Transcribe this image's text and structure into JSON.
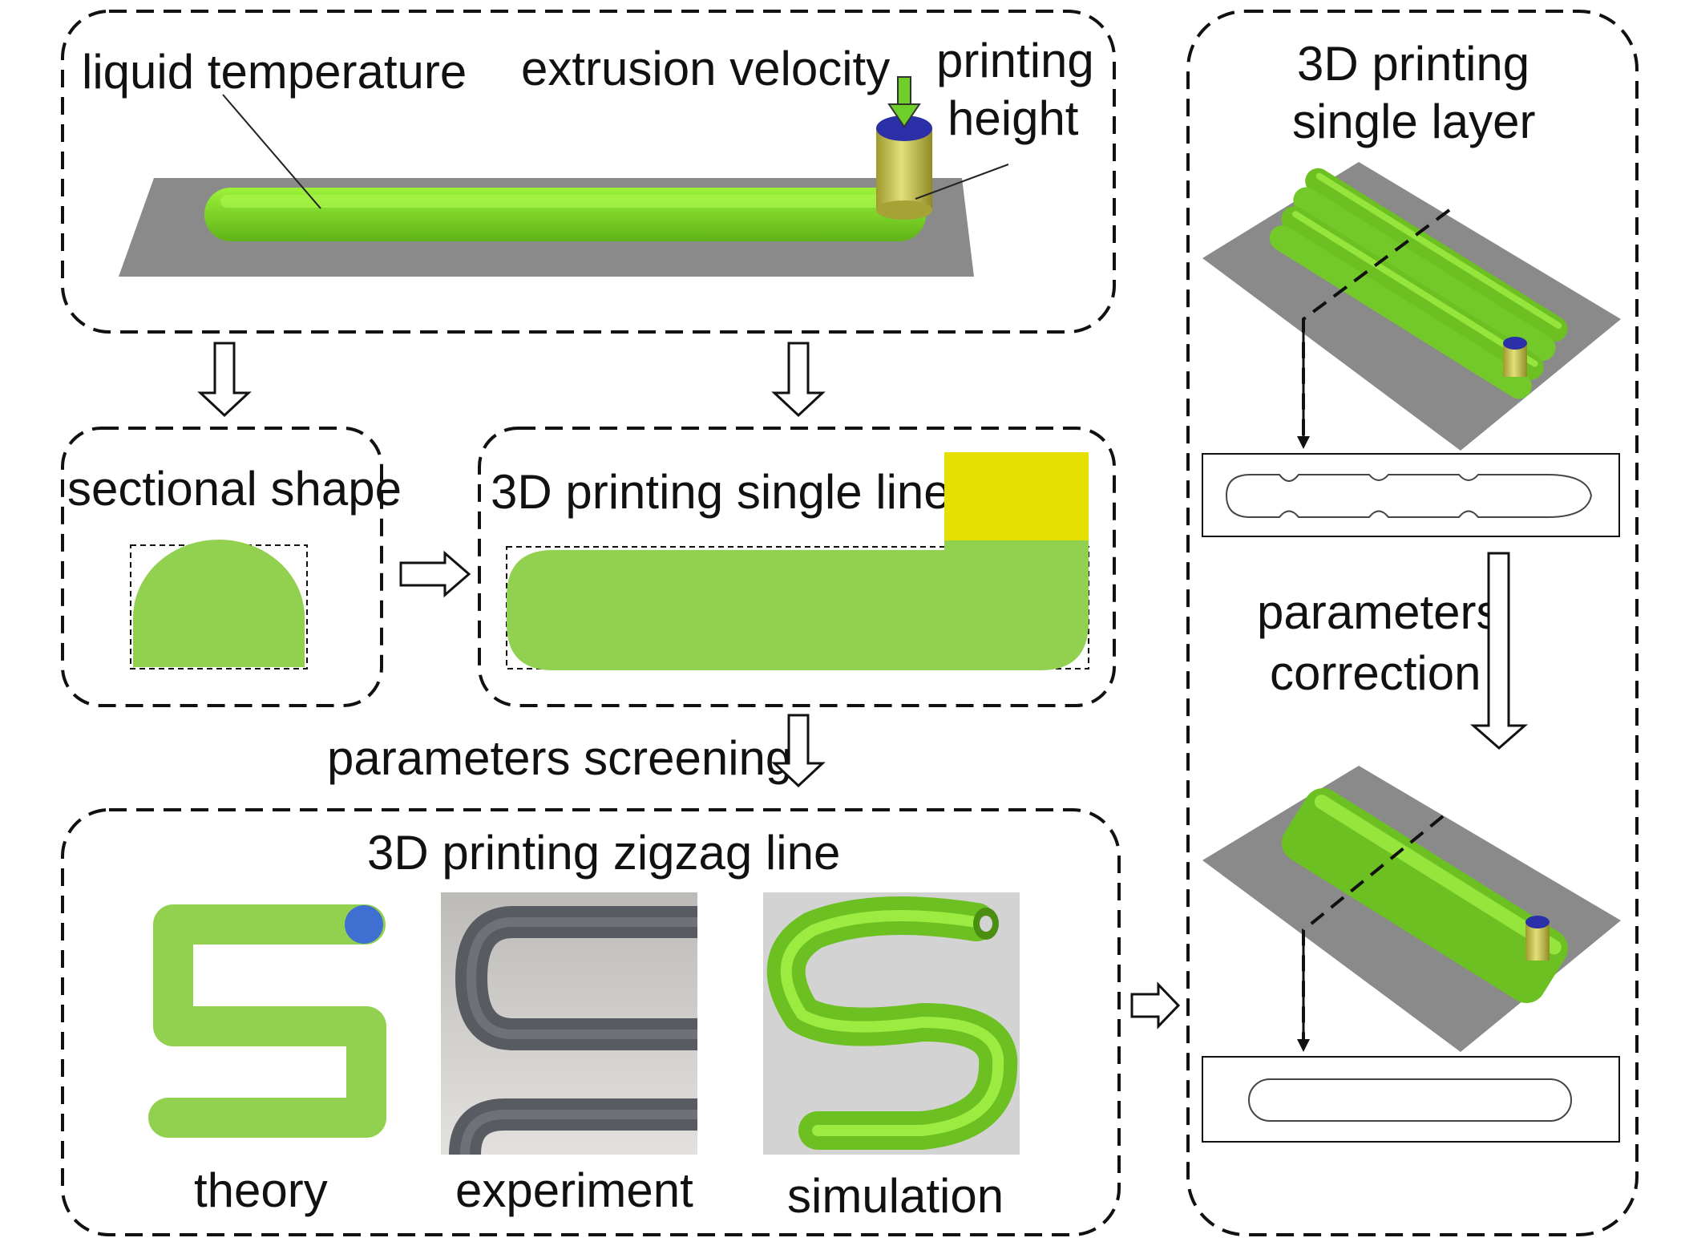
{
  "top_panel": {
    "liquid_temperature": "liquid temperature",
    "extrusion_velocity": "extrusion velocity",
    "printing_height_line1": "printing",
    "printing_height_line2": "height"
  },
  "sectional_panel": {
    "title": "sectional shape"
  },
  "single_line_panel": {
    "title": "3D printing single line"
  },
  "screening_label": "parameters screening",
  "zigzag_panel": {
    "title": "3D printing zigzag line",
    "theory": "theory",
    "experiment": "experiment",
    "simulation": "simulation"
  },
  "layer_panel": {
    "title_line1": "3D printing",
    "title_line2": "single layer",
    "correction_line1": "parameters",
    "correction_line2": "correction"
  },
  "colors": {
    "fluid_green": "#7ed321",
    "flat_green": "#92d050",
    "nozzle_yellow": "#d7d35a",
    "nozzle_blue": "#2b2fa8",
    "substrate_gray": "#8a8a8a",
    "theory_dot_blue": "#3f6fd0",
    "section_yellow": "#e6e000"
  }
}
